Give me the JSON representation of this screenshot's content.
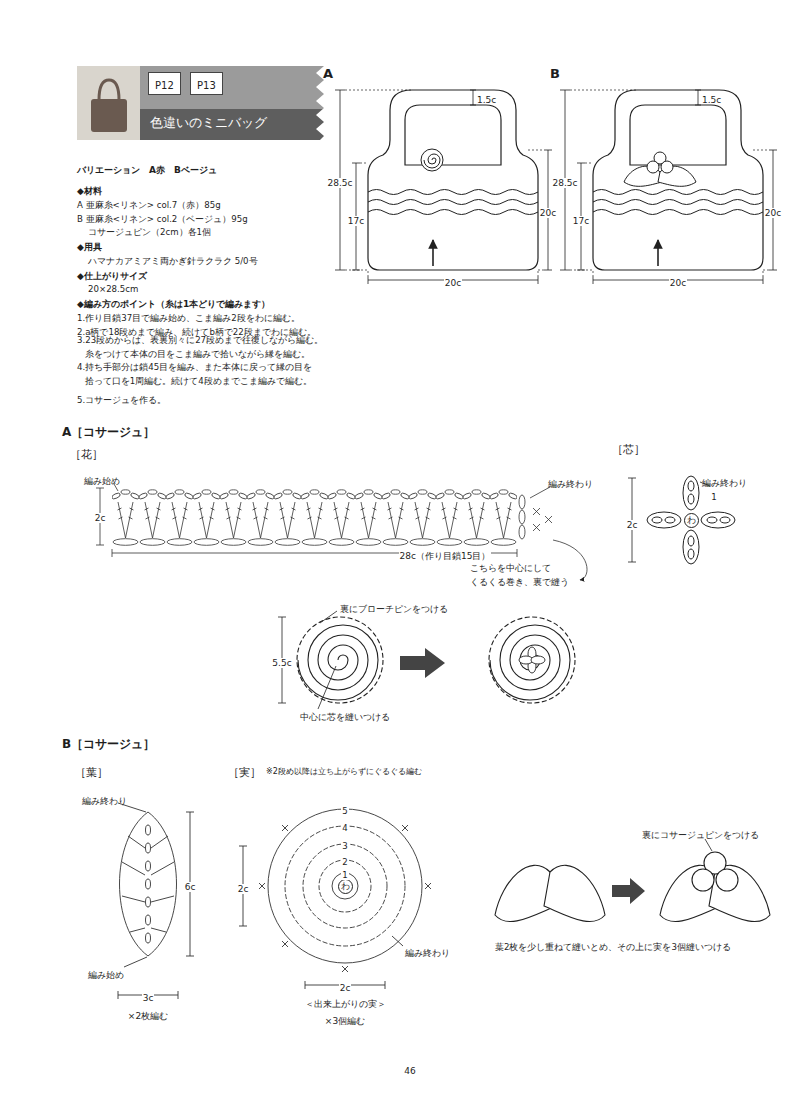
{
  "diagram": {
    "nodes": [
      {
        "text": [
          "色違いのミニバッグ"
        ]
      },
      {
        "text": [
          "P12"
        ],
        "in": 0
      },
      {
        "text": [
          "P13"
        ],
        "in": 0
      },
      {
        "text": [
          "わ"
        ]
      },
      {
        "text": [
          "わ"
        ]
      }
    ],
    "labels": [
      "バリエーション　A赤　Bベージュ",
      "◆材料",
      "A 亜麻糸<リネン> col.7（赤）85g",
      "B 亜麻糸<リネン> col.2（ベージュ）95g",
      "コサージュピン（2cm）各1個",
      "◆用具",
      "ハマナカアミアミ両かぎ針ラクラク 5/0号",
      "◆仕上がりサイズ",
      "20×28.5cm",
      "◆編み方のポイント（糸は1本どりで編みます）",
      "1.作り目鎖37目で編み始め、こま編み2段をわに編む。",
      "2.a柄で18段めまで編み、続けてb柄で22段までわに編む。",
      "3.23段めからは、表裏別々に27段めまで往復しながら編む。 糸をつけて本体の目をこま編みで拾いながら縁を編む。",
      "4.持ち手部分は鎖45目を編み、また本体に戻って縁の目を 拾って口を1周編む。続けて4段めまでこま編みで編む。",
      "5.コサージュを作る。",
      "A",
      "1.5c",
      "28.5c",
      "17c",
      "20c",
      "20c",
      "B",
      "1.5c",
      "28.5c",
      "17c",
      "20c",
      "20c",
      "A［コサージュ］",
      "［花］",
      "編み始め",
      "2c",
      "編み終わり",
      "28c（作り目鎖15目）",
      "こちらを中心にして くるくる巻き、裏で縫う",
      "［芯］",
      "編み終わり",
      "1",
      "2c",
      "裏にブローチピンをつける",
      "5.5c",
      "中心に芯を縫いつける",
      "B［コサージュ］",
      "［葉］",
      "［実］",
      "※2段め以降は立ち上がらずにぐるぐる編む",
      "編み終わり",
      "6c",
      "編み始め",
      "3c",
      "×2枚編む",
      "5",
      "4",
      "3",
      "2",
      "1",
      "2c",
      "編み終わり",
      "2c",
      "＜出来上がりの実＞",
      "×3個編む",
      "裏にコサージュピンをつける",
      "葉2枚を少し重ねて縫いとめ、その上に実を3個縫いつける",
      "46"
    ]
  }
}
